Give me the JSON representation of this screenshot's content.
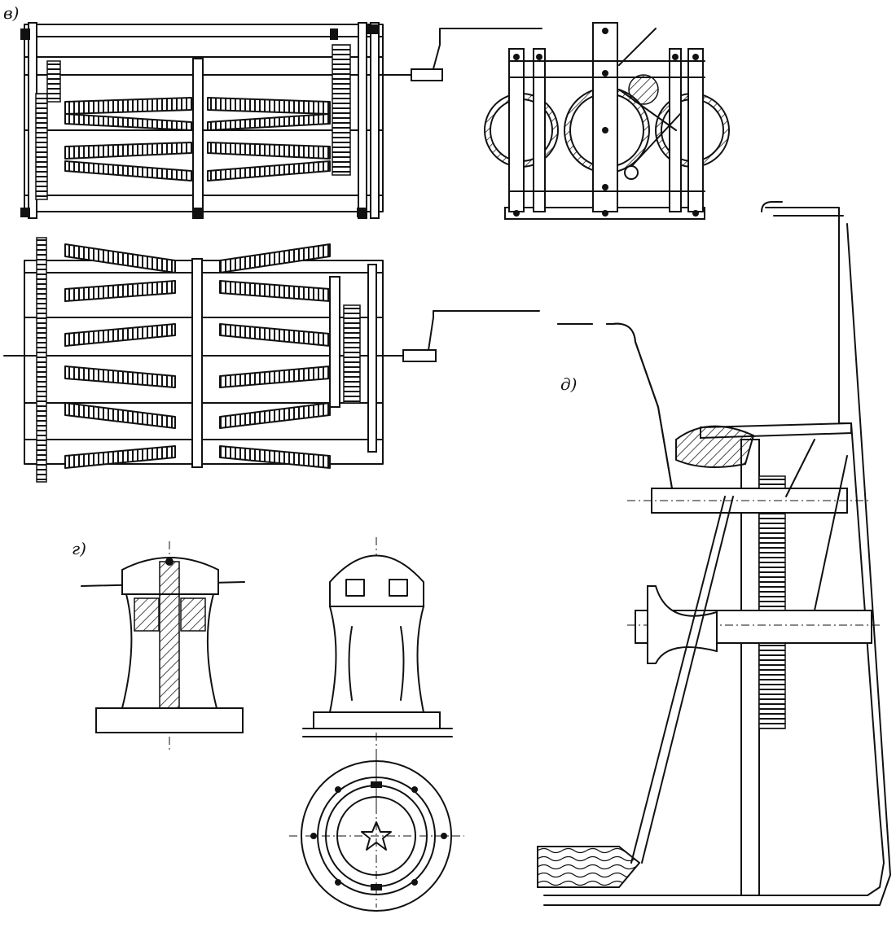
{
  "labels": {
    "v": "в)",
    "g": "г)",
    "d": "д)"
  },
  "colors": {
    "ink": "#111111",
    "paper": "#ffffff"
  }
}
